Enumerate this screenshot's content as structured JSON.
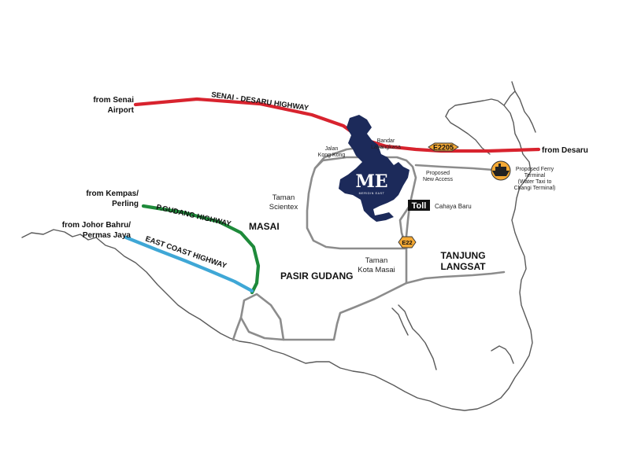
{
  "colors": {
    "coast": "#5a5a5a",
    "road": "#8c8c8c",
    "senai_desaru": "#d8232e",
    "pgudang": "#1e8a3a",
    "east_coast": "#3fa7d6",
    "estate": "#1c2a5a",
    "badge": "#f4a934",
    "toll_bg": "#111111",
    "toll_text": "#ffffff"
  },
  "origins": {
    "senai_line1": "from Senai",
    "senai_line2": "Airport",
    "kempas_line1": "from Kempas/",
    "kempas_line2": "Perling",
    "johor_line1": "from Johor Bahru/",
    "johor_line2": "Permas Jaya",
    "desaru": "from Desaru"
  },
  "highways": {
    "senai_desaru": "SENAI - DESARU HIGHWAY",
    "pgudang": "P.GUDANG HIGHWAY",
    "east_coast": "EAST COAST HIGHWAY"
  },
  "areas": {
    "masai": "MASAI",
    "pasir_gudang": "PASIR GUDANG",
    "tanjung_line1": "TANJUNG",
    "tanjung_line2": "LANGSAT",
    "taman_scientex_line1": "Taman",
    "taman_scientex_line2": "Scientex",
    "taman_kota_line1": "Taman",
    "taman_kota_line2": "Kota Masai",
    "jalan_line1": "Jalan",
    "jalan_line2": "Kong Kong",
    "bandar_line1": "Bandar",
    "bandar_line2": "Layangkasa",
    "cahaya_baru": "Cahaya Baru"
  },
  "access": {
    "line1": "Proposed",
    "line2": "New Access"
  },
  "ferry": {
    "line1": "Proposed Ferry",
    "line2": "Terminal",
    "line3": "(Water Taxi to",
    "line4": "Changi Terminal)",
    "icon": "ship-icon"
  },
  "badges": {
    "e2205": "E2205",
    "e22": "E22"
  },
  "toll": "Toll",
  "logo": {
    "mark": "ME",
    "text": "MERIDIN EAST"
  }
}
